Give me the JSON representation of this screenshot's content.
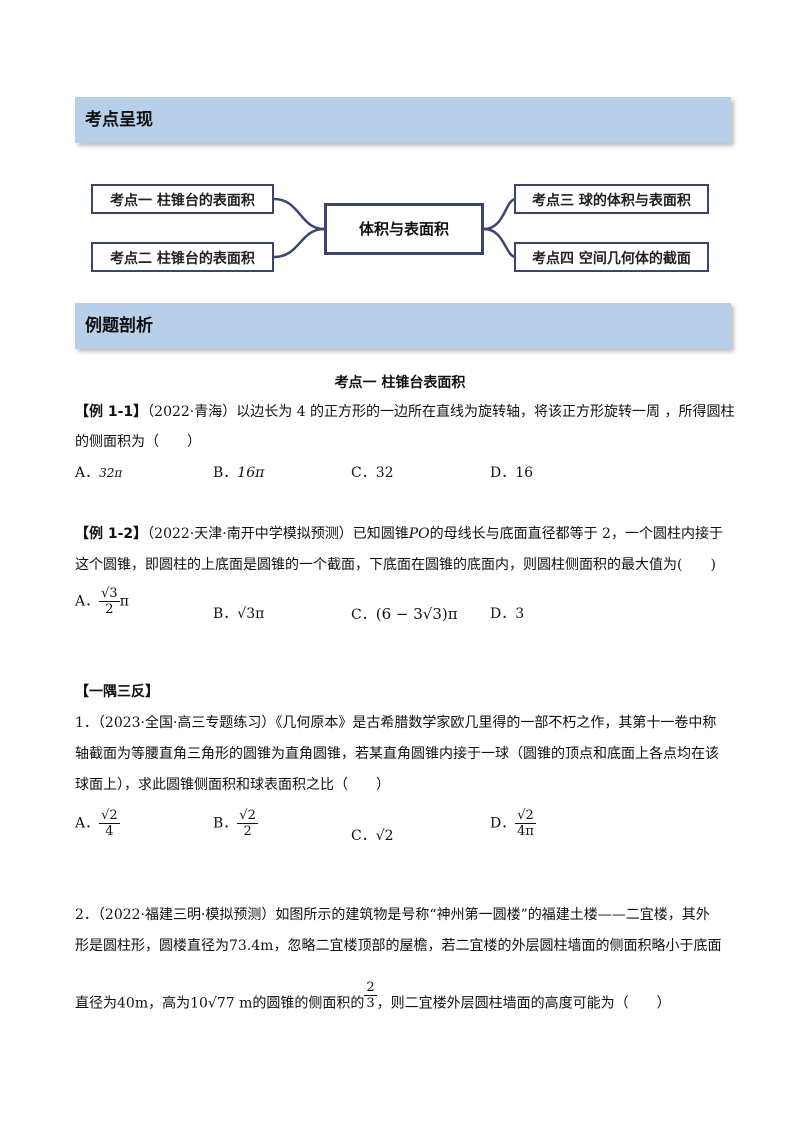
{
  "banners": {
    "kaodian": "考点呈现",
    "liti": "例题剖析"
  },
  "mindmap": {
    "center": "体积与表面积",
    "left": [
      "考点一  柱锥台的表面积",
      "考点二  柱锥台的表面积"
    ],
    "right": [
      "考点三  球的体积与表面积",
      "考点四  空间几何体的截面"
    ]
  },
  "section_title": "考点一  柱锥台表面积",
  "ex1": {
    "tag": "【例 1-1】",
    "line1": "（2022·青海）以边长为 4 的正方形的一边所在直线为旋转轴，将该正方形旋转一周 ，所得圆柱",
    "line2": "的侧面积为（　　）",
    "options": {
      "a_label": "A．",
      "a": "32π",
      "b_label": "B．",
      "b": "16π",
      "c": "C．32",
      "d": "D．16"
    }
  },
  "ex2": {
    "tag": "【例 1-2】",
    "line1_a": "（2022·天津·南开中学模拟预测）已知圆锥",
    "line1_var": "PO",
    "line1_b": "的母线长与底面直径都等于 2，一个圆柱内接于",
    "line2": "这个圆锥，即圆柱的上底面是圆锥的一个截面，下底面在圆锥的底面内，则圆柱侧面积的最大值为(　　)",
    "options": {
      "a_label": "A．",
      "a_num": "√3",
      "a_den": "2",
      "a_pi": "π",
      "b_label": "B．",
      "b": "√3π",
      "c_label": "C．",
      "c": "(6 − 3√3)π",
      "d": "D．3"
    }
  },
  "yigesanfan": "【一隅三反】",
  "q1": {
    "line1": "1．（2023·全国·高三专题练习）《几何原本》是古希腊数学家欧几里得的一部不朽之作，其第十一卷中称",
    "line2": "轴截面为等腰直角三角形的圆锥为直角圆锥，若某直角圆锥内接于一球（圆锥的顶点和底面上各点均在该",
    "line3": "球面上），求此圆锥侧面积和球表面积之比（　　）",
    "options": {
      "a_label": "A．",
      "a_num": "√2",
      "a_den": "4",
      "b_label": "B．",
      "b_num": "√2",
      "b_den": "2",
      "c_label": "C．",
      "c": "√2",
      "d_label": "D．",
      "d_num": "√2",
      "d_den": "4π"
    }
  },
  "q2": {
    "line1": "2．（2022·福建三明·模拟预测）如图所示的建筑物是号称“神州第一圆楼”的福建土楼——二宜楼，其外",
    "line2": "形是圆柱形，圆楼直径为73.4m，忽略二宜楼顶部的屋檐，若二宜楼的外层圆柱墙面的侧面积略小于底面",
    "line3_a": "直径为40m，高为",
    "line3_math": "10√77 m",
    "line3_b": "的圆锥的侧面积的",
    "line3_frac_num": "2",
    "line3_frac_den": "3",
    "line3_c": "，则二宜楼外层圆柱墙面的高度可能为（　　）"
  }
}
